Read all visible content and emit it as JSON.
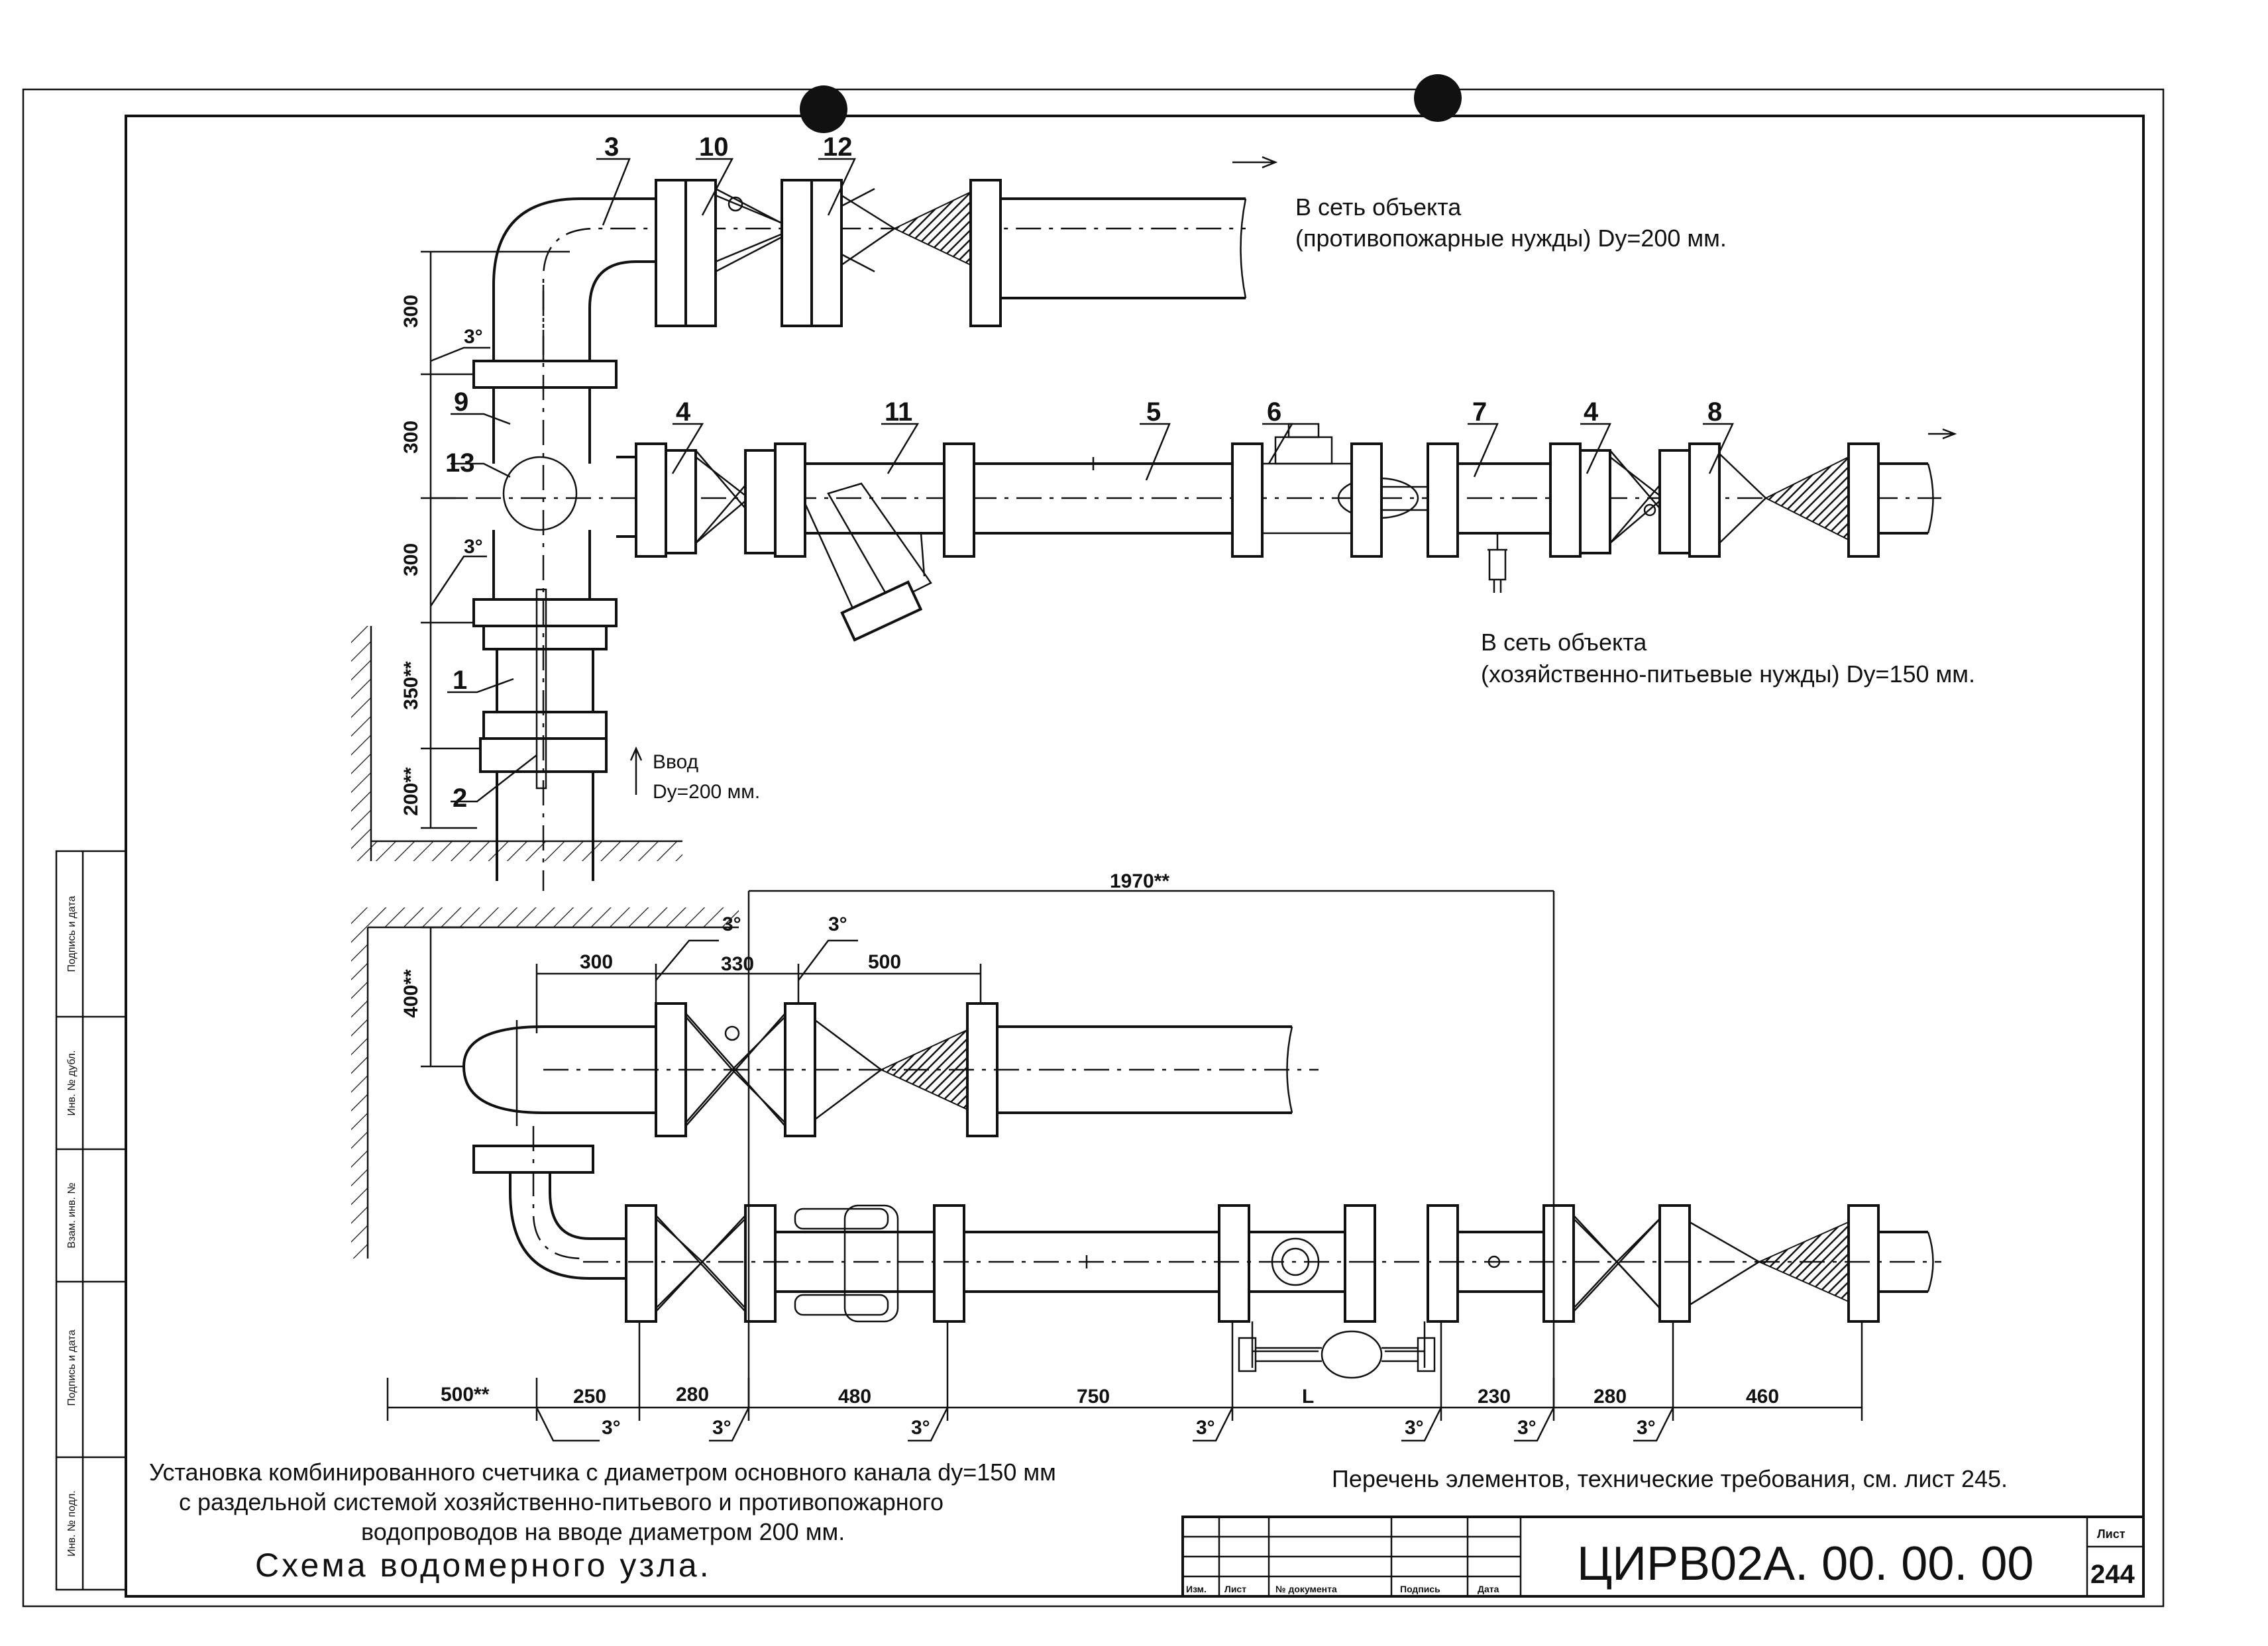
{
  "callouts": {
    "n1": "1",
    "n2": "2",
    "n3": "3",
    "n4a": "4",
    "n4b": "4",
    "n5": "5",
    "n6": "6",
    "n7": "7",
    "n8": "8",
    "n9": "9",
    "n10": "10",
    "n11": "11",
    "n12": "12",
    "n13": "13"
  },
  "notes": {
    "fire_line1": "В сеть объекта",
    "fire_line2": "(противопожарные нужды) Dy=200 мм.",
    "potable_line1": "В сеть объекта",
    "potable_line2": "(хозяйственно-питьевые нужды) Dy=150 мм.",
    "inlet_line1": "Ввод",
    "inlet_line2": "Dy=200 мм."
  },
  "dims_top": {
    "v300a": "300",
    "v300b": "300",
    "v300c": "300",
    "v350": "350**",
    "v200": "200**",
    "angle1": "3°",
    "angle2": "3°"
  },
  "dims_bottom": {
    "overall": "1970**",
    "v400": "400**",
    "h300": "300",
    "h330": "330",
    "h500": "500",
    "angle_a": "3°",
    "angle_b": "3°",
    "b500": "500**",
    "b250": "250",
    "b280a": "280",
    "b480": "480",
    "b750": "750",
    "bL": "L",
    "b230": "230",
    "b280b": "280",
    "b460": "460",
    "a1": "3°",
    "a2": "3°",
    "a3": "3°",
    "a4": "3°",
    "a5": "3°",
    "a6": "3°",
    "a7": "3°"
  },
  "caption": {
    "line1": "Установка комбинированного счетчика с диаметром основного канала dy=150 мм",
    "line2": "с раздельной  системой хозяйственно-питьевого и противопожарного",
    "line3": "водопроводов на вводе диаметром 200 мм.",
    "title": "Схема водомерного узла.",
    "reference": "Перечень элементов, технические требования, см. лист 245."
  },
  "title_block": {
    "col_izm": "Изм.",
    "col_list": "Лист",
    "col_doc": "№ документа",
    "col_sign": "Подпись",
    "col_date": "Дата",
    "designation": "ЦИРВ02А. 00. 00. 00",
    "sheet_label": "Лист",
    "sheet_number": "244"
  },
  "side_stamp": {
    "s1": "Подпись и дата",
    "s2": "Инв. № дубл.",
    "s3": "Взам. инв. №",
    "s4": "Подпись и дата",
    "s5": "Инв. № подл."
  }
}
